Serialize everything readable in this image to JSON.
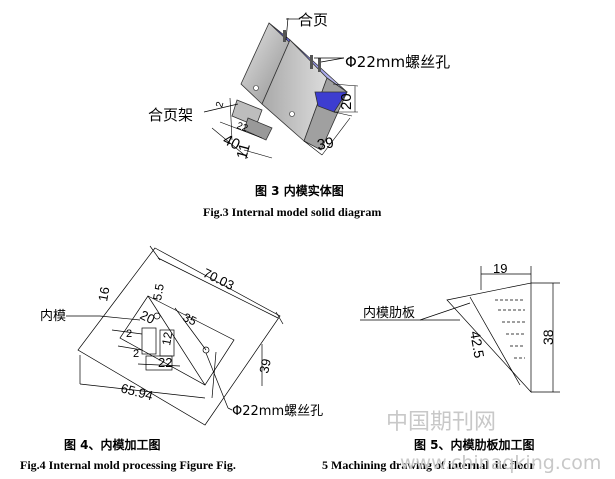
{
  "fig3": {
    "label_hinge": "合页",
    "label_hole": "Φ22mm螺丝孔",
    "label_bracket": "合页架",
    "dim_2": "2",
    "dim_22": "22",
    "dim_40": "40",
    "dim_11": "11",
    "dim_39": "39",
    "dim_20": "20",
    "caption_cn": "图 3  内模实体图",
    "caption_en": "Fig.3 Internal model solid diagram"
  },
  "fig4": {
    "dim_70_03": "70.03",
    "dim_16": "16",
    "dim_5_5": "5.5",
    "dim_20": "20",
    "dim_35": "35",
    "dim_2a": "2",
    "dim_12": "12",
    "dim_2b": "2",
    "dim_22": "22",
    "dim_39": "39",
    "dim_65_94": "65.94",
    "label_mold": "内模",
    "label_hole": "Φ22mm螺丝孔",
    "caption_cn": "图 4、内模加工图",
    "caption_en": "Fig.4 Internal mold processing Figure Fig."
  },
  "fig5": {
    "dim_19": "19",
    "dim_38": "38",
    "dim_42_5": "42.5",
    "label_rib": "内模肋板",
    "caption_cn": "图 5、内模肋板加工图",
    "caption_en": "5 Machining drawing of internal die floor"
  },
  "watermark": {
    "cn": "中国期刊网",
    "url": "www.chinaqking.com"
  }
}
